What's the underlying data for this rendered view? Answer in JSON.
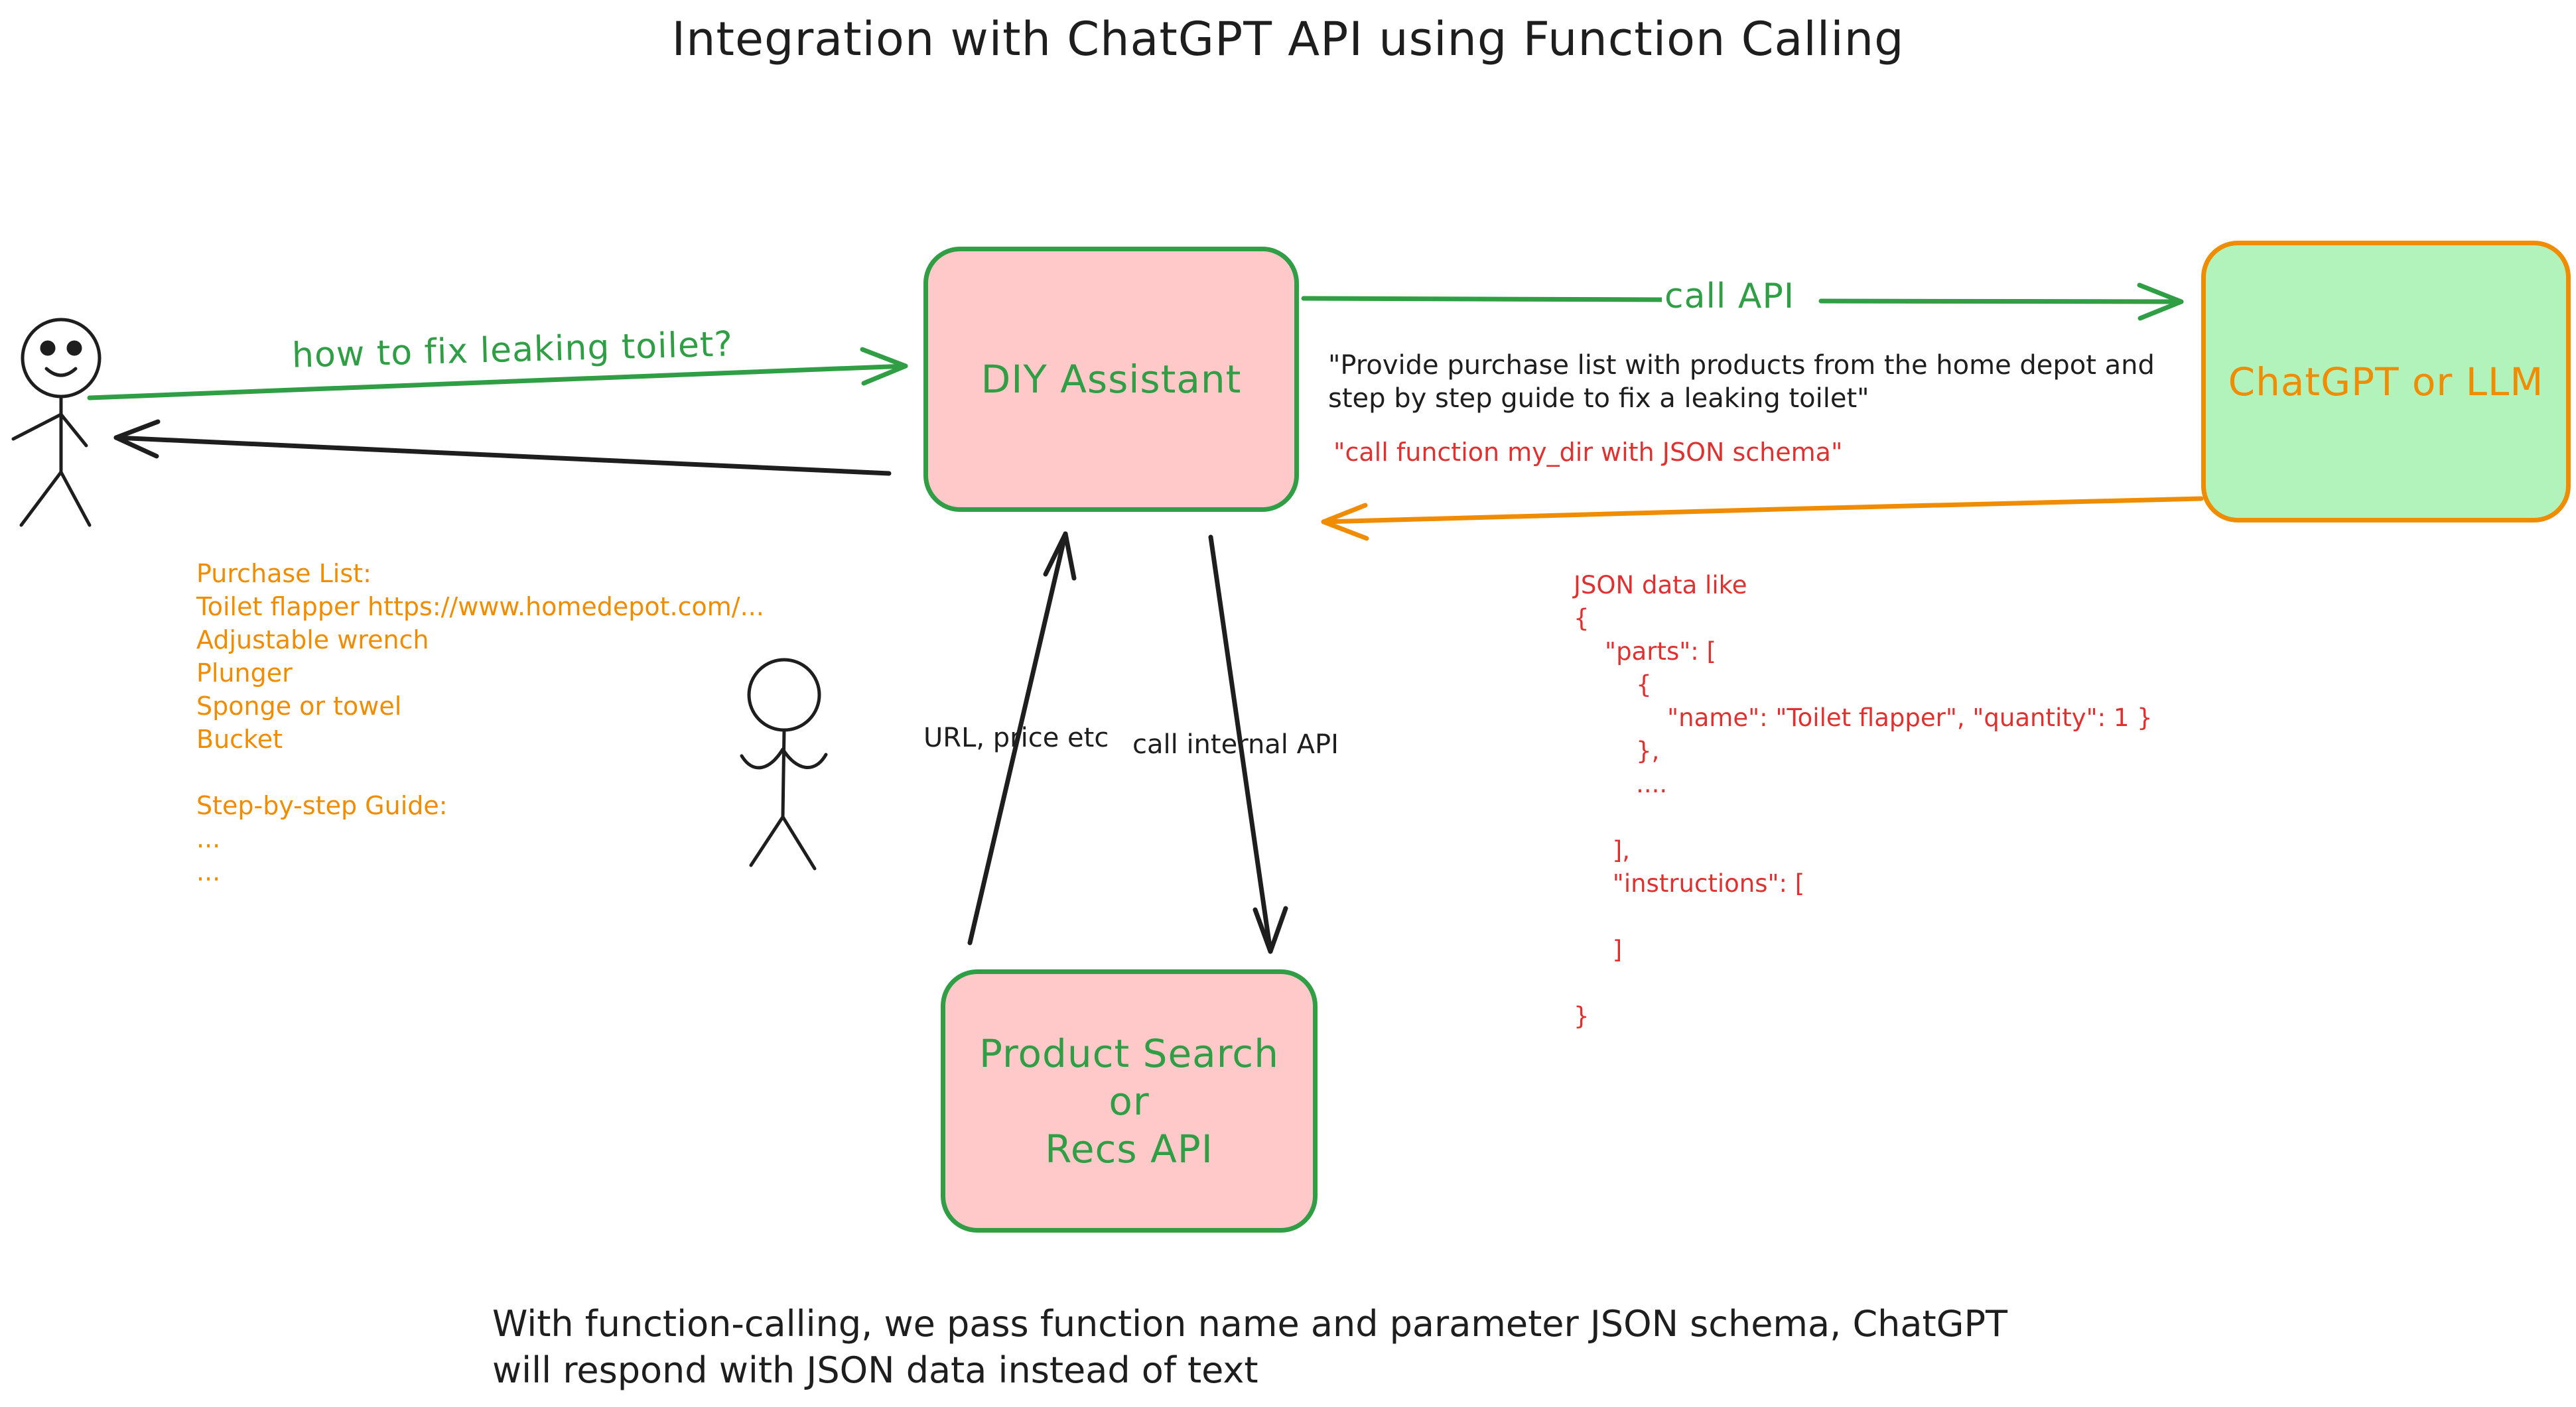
{
  "title": "Integration with ChatGPT API using Function Calling",
  "nodes": {
    "diy_assistant": "DIY Assistant",
    "llm": "ChatGPT or LLM",
    "product_search_line1": "Product Search or",
    "product_search_line2": "Recs API"
  },
  "edges": {
    "user_question": "how to fix leaking toilet?",
    "call_api": "call API",
    "url_price": "URL, price etc",
    "call_internal_api": "call internal API"
  },
  "prompt": {
    "line1": "\"Provide purchase list with products from the home depot and",
    "line2": "step by step guide to fix a leaking toilet\"",
    "function_call": "\"call function my_dir with JSON schema\""
  },
  "purchase_list": [
    "Purchase List:",
    "Toilet flapper https://www.homedepot.com/...",
    "Adjustable wrench",
    "Plunger",
    "Sponge or towel",
    "Bucket",
    "",
    "Step-by-step Guide:",
    "...",
    "..."
  ],
  "json_example": [
    "JSON data like",
    "{",
    "    \"parts\": [",
    "        {",
    "            \"name\": \"Toilet flapper\", \"quantity\": 1 }",
    "        },",
    "        ....",
    "",
    "     ],",
    "     \"instructions\": [",
    "",
    "     ]",
    "",
    "}"
  ],
  "footer": {
    "line1": "With function-calling, we pass function name and parameter JSON schema, ChatGPT",
    "line2": "will respond with JSON data instead of text"
  },
  "colors": {
    "green": "#2f9e44",
    "orange": "#f08c00",
    "red": "#e03131",
    "dark": "#1e1e1e",
    "pink_fill": "#ffc9c9",
    "green_fill": "#b2f2bb"
  }
}
